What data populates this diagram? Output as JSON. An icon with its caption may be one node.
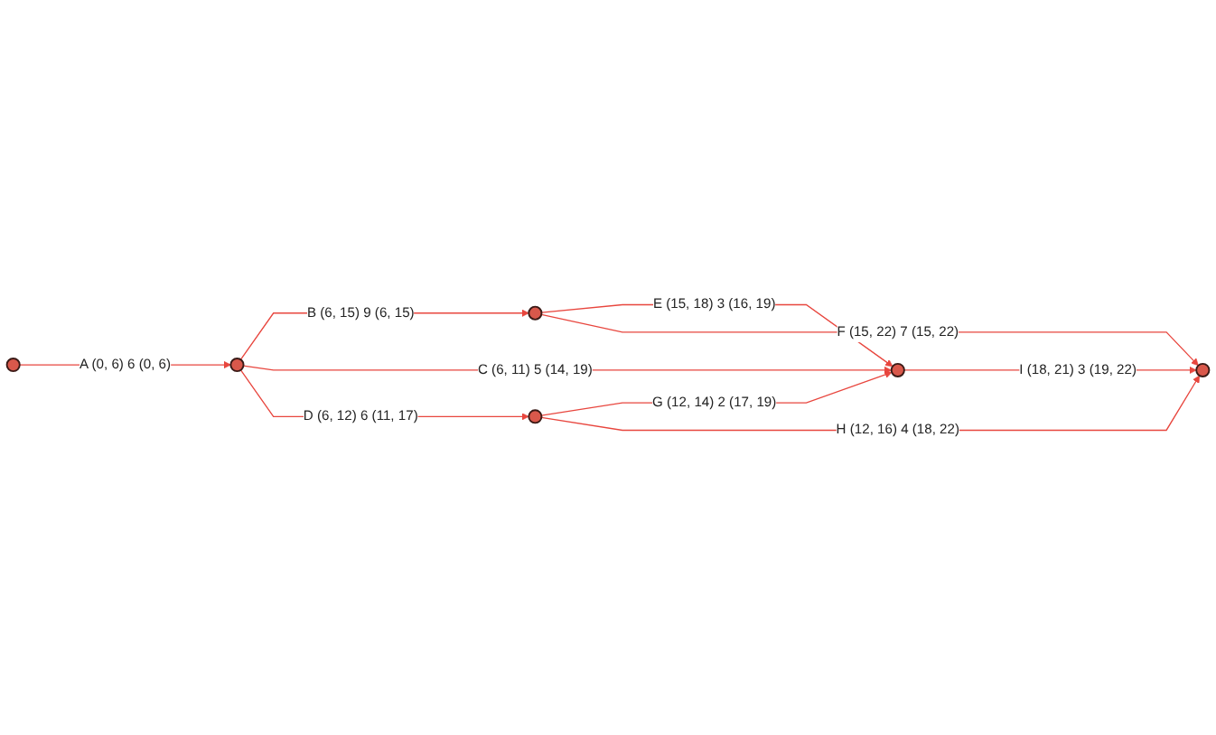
{
  "diagram": {
    "nodes": [
      {
        "text": [],
        "shape": "circle"
      },
      {
        "text": [],
        "shape": "circle"
      },
      {
        "text": [],
        "shape": "circle"
      },
      {
        "text": [],
        "shape": "circle"
      },
      {
        "text": [],
        "shape": "circle"
      },
      {
        "text": [],
        "shape": "circle"
      }
    ],
    "edges": [
      {
        "from": 0,
        "to": 1,
        "arrow": "to",
        "label": "A (0, 6) 6 (0, 6)"
      },
      {
        "from": 1,
        "to": 2,
        "arrow": "to",
        "label": "B (6, 15) 9 (6, 15)"
      },
      {
        "from": 1,
        "to": 4,
        "arrow": "to",
        "label": "C (6, 11) 5 (14, 19)"
      },
      {
        "from": 1,
        "to": 3,
        "arrow": "to",
        "label": "D (6, 12) 6 (11, 17)"
      },
      {
        "from": 2,
        "to": 4,
        "arrow": "to",
        "label": "E (15, 18) 3 (16, 19)"
      },
      {
        "from": 2,
        "to": 5,
        "arrow": "to",
        "label": "F (15, 22) 7 (15, 22)"
      },
      {
        "from": 3,
        "to": 4,
        "arrow": "to",
        "label": "G (12, 14) 2 (17, 19)"
      },
      {
        "from": 3,
        "to": 5,
        "arrow": "to",
        "label": "H (12, 16) 4 (18, 22)"
      },
      {
        "from": 4,
        "to": 5,
        "arrow": "to",
        "label": "I (18, 21) 3 (19, 22)"
      }
    ]
  }
}
